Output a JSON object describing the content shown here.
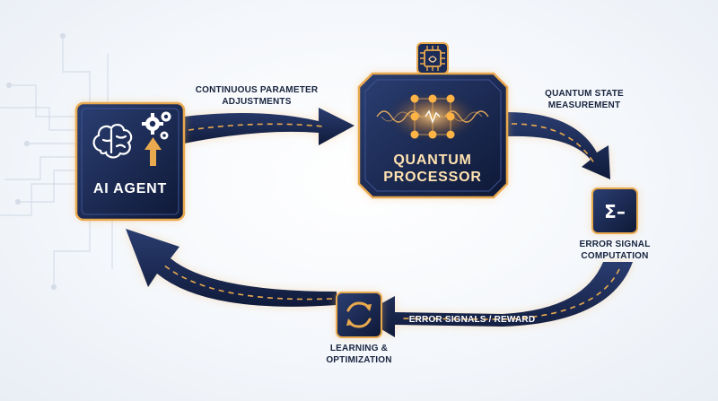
{
  "nodes": {
    "ai_agent": {
      "label": "AI AGENT"
    },
    "quantum_processor": {
      "line1": "QUANTUM",
      "line2": "PROCESSOR"
    },
    "error_signal_computation": {
      "line1": "ERROR SIGNAL",
      "line2": "COMPUTATION",
      "symbol": "Σ–"
    },
    "learning_optimization": {
      "line1": "LEARNING &",
      "line2": "OPTIMIZATION"
    }
  },
  "edges": {
    "parameter_adjustments": {
      "line1": "CONTINUOUS PARAMETER",
      "line2": "ADJUSTMENTS"
    },
    "state_measurement": {
      "line1": "QUANTUM STATE",
      "line2": "MEASUREMENT"
    },
    "error_signals_reward": {
      "label": "ERROR SIGNALS / REWARD"
    }
  },
  "colors": {
    "navy": "#1b2b57",
    "navy_dark": "#0f1a38",
    "gold": "#e9a94e",
    "gold_light": "#ffd59a",
    "glow": "#f6b967"
  },
  "icons": [
    "brain-icon",
    "gears-icon",
    "up-arrow-icon",
    "chip-icon",
    "sigma-minus-icon",
    "refresh-cycle-icon"
  ]
}
